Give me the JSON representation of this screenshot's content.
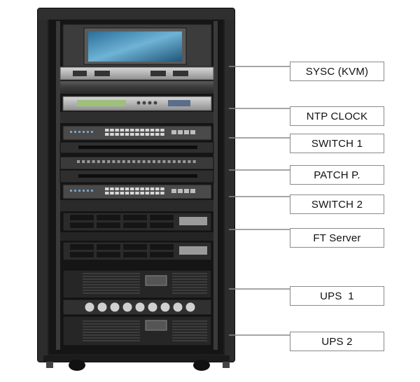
{
  "diagram": {
    "labels": [
      {
        "id": "sysc",
        "text": "SYSC (KVM)"
      },
      {
        "id": "ntp",
        "text": "NTP CLOCK"
      },
      {
        "id": "switch1",
        "text": "SWITCH 1"
      },
      {
        "id": "patch",
        "text": "PATCH P."
      },
      {
        "id": "switch2",
        "text": "SWITCH 2"
      },
      {
        "id": "ftserver",
        "text": "FT Server"
      },
      {
        "id": "ups1",
        "text": "UPS  1"
      },
      {
        "id": "ups2",
        "text": "UPS 2"
      }
    ]
  },
  "colors": {
    "cabinet": "#2a2a2a",
    "cabinet_edge": "#111111",
    "panel": "#3b3b3b",
    "screen": "#3f8fb8",
    "ntp_display": "#9fc07a",
    "port": "#d9d9d9"
  }
}
